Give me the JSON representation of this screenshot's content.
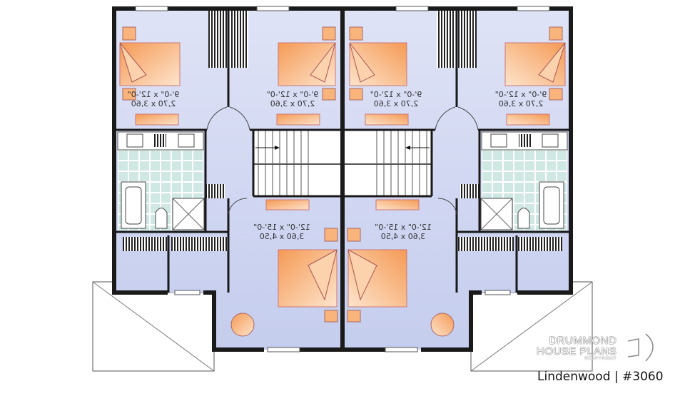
{
  "plan": {
    "rooms": [
      {
        "name": "bedroom-left-1",
        "dim_imperial": "9'-0\" x 12'-0\"",
        "dim_metric": "2,70 x 3,60"
      },
      {
        "name": "bedroom-left-2",
        "dim_imperial": "9'-0\" x 12'-0\"",
        "dim_metric": "2,70 x 3,60"
      },
      {
        "name": "bedroom-right-1",
        "dim_imperial": "9'-0\" x 12'-0\"",
        "dim_metric": "2,70 x 3,60"
      },
      {
        "name": "bedroom-right-2",
        "dim_imperial": "9'-0\" x 12'-0\"",
        "dim_metric": "2,70 x 3,60"
      },
      {
        "name": "master-left",
        "dim_imperial": "12'-0\" x 15'-0\"",
        "dim_metric": "3,60 x 4,50"
      },
      {
        "name": "master-right",
        "dim_imperial": "12'-0\" x 15'-0\"",
        "dim_metric": "3,60 x 4,50"
      }
    ],
    "text_mirrored": true
  },
  "brand": {
    "line1": "DRUMMOND",
    "line2": "HOUSE PLANS",
    "copyright": "©COPYRIGHT"
  },
  "caption": "Lindenwood | #3060",
  "colors": {
    "room": "#d9def3",
    "furniture": "#f7a868",
    "tile": "#cfe8e4",
    "wall": "#1a1a1a"
  }
}
